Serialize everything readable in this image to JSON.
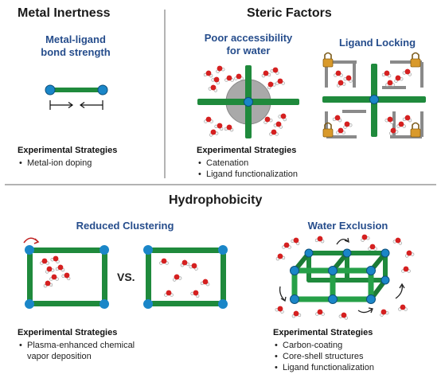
{
  "panels": {
    "metal_inertness": {
      "title": "Metal Inertness",
      "subtitle_line1": "Metal-ligand",
      "subtitle_line2": "bond strength",
      "strategies_heading": "Experimental Strategies",
      "strategies": [
        "Metal-ion doping"
      ]
    },
    "steric_factors": {
      "title": "Steric Factors",
      "left_subtitle_line1": "Poor accessibility",
      "left_subtitle_line2": "for water",
      "right_subtitle": "Ligand Locking",
      "strategies_heading": "Experimental Strategies",
      "strategies": [
        "Catenation",
        "Ligand functionalization"
      ]
    },
    "hydrophobicity": {
      "title": "Hydrophobicity",
      "left_subtitle": "Reduced Clustering",
      "vs_label": "VS.",
      "right_subtitle": "Water Exclusion",
      "left_strategies_heading": "Experimental Strategies",
      "left_strategies": [
        "Plasma-enhanced chemical",
        "vapor deposition"
      ],
      "right_strategies_heading": "Experimental Strategies",
      "right_strategies": [
        "Carbon-coating",
        "Core-shell structures",
        "Ligand functionalization"
      ]
    }
  },
  "colors": {
    "ligand_green": "#1f8a3c",
    "metal_node_blue": "#1a86c8",
    "water_oxygen_red": "#d52020",
    "subtitle_blue": "#264d8c",
    "divider_gray": "#9a9a9a",
    "lock_gold": "#d99a2b"
  }
}
